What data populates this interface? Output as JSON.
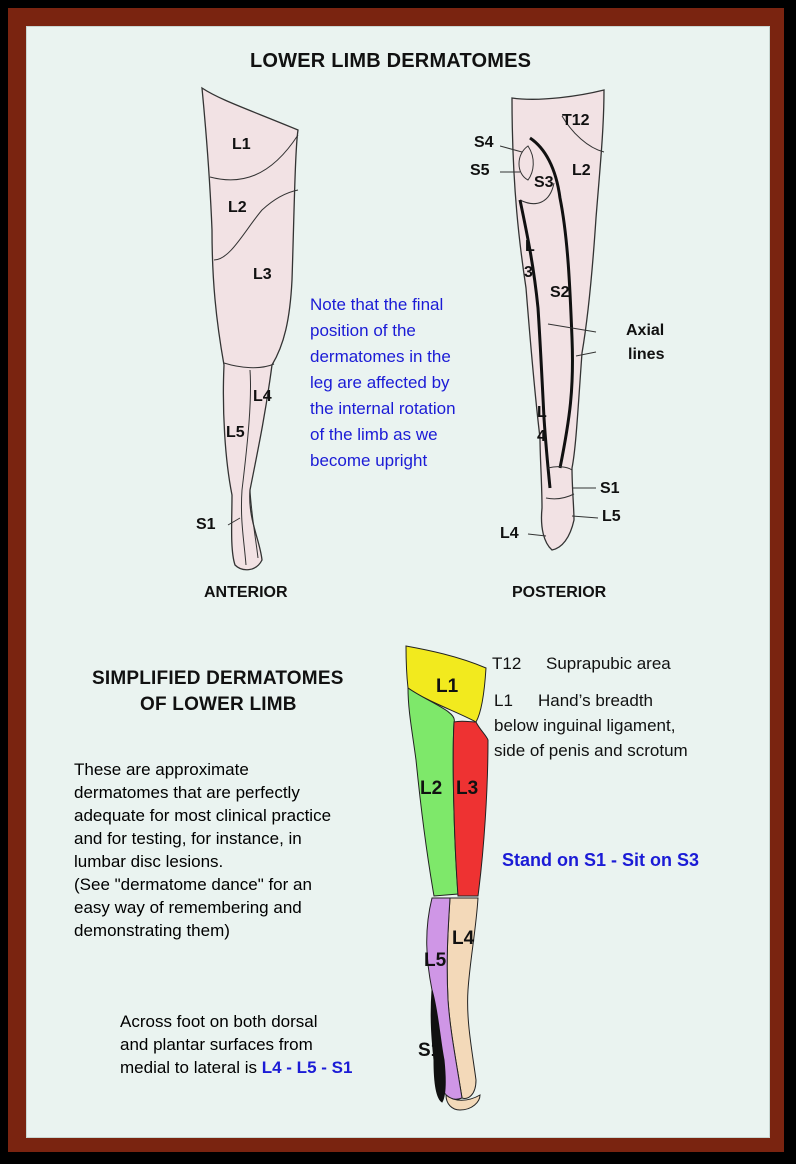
{
  "title": "LOWER LIMB DERMATOMES",
  "anterior": {
    "caption": "ANTERIOR",
    "labels": {
      "l1": "L1",
      "l2": "L2",
      "l3": "L3",
      "l4": "L4",
      "l5": "L5",
      "s1": "S1"
    }
  },
  "posterior": {
    "caption": "POSTERIOR",
    "labels": {
      "t12": "T12",
      "s4": "S4",
      "s5": "S5",
      "s3": "S3",
      "l2": "L2",
      "l3a": "L",
      "l3b": "3",
      "s2": "S2",
      "l4a": "L",
      "l4b": "4",
      "s1": "S1",
      "l5": "L5",
      "l4": "L4"
    },
    "axial_label_1": "Axial",
    "axial_label_2": "lines"
  },
  "note": [
    "Note that the final",
    "position of the",
    "dermatomes in the",
    "leg are affected by",
    "the internal rotation",
    "of the limb as we",
    "become upright"
  ],
  "simplified": {
    "heading_1": "SIMPLIFIED DERMATOMES",
    "heading_2": "OF LOWER LIMB",
    "labels": {
      "l1": "L1",
      "l2": "L2",
      "l3": "L3",
      "l4": "L4",
      "l5": "L5",
      "s1": "S1"
    },
    "colors": {
      "l1": "#f2ea1e",
      "l2": "#7ee86a",
      "l3": "#ee3232",
      "l4": "#f3d9b9",
      "l5": "#cf96e6",
      "s1": "#111111"
    }
  },
  "legend": {
    "t12_code": "T12",
    "t12_text": "Suprapubic area",
    "l1_code": "L1",
    "l1_line1": "Hand’s breadth",
    "l1_line2": "below inguinal ligament,",
    "l1_line3": "side of penis and scrotum"
  },
  "mnemonic": "Stand on S1 - Sit on S3",
  "description": [
    "These are approximate",
    "dermatomes that are perfectly",
    "adequate for most clinical practice",
    "and for testing, for instance, in",
    "lumbar disc lesions.",
    "(See \"dermatome dance\" for an",
    "easy way of remembering and",
    "demonstrating them)"
  ],
  "foot_text": {
    "line1": "Across foot on both dorsal",
    "line2": "and plantar surfaces from",
    "line3_prefix": "medial to lateral is ",
    "line3_sequence": "L4 - L5 - S1"
  }
}
